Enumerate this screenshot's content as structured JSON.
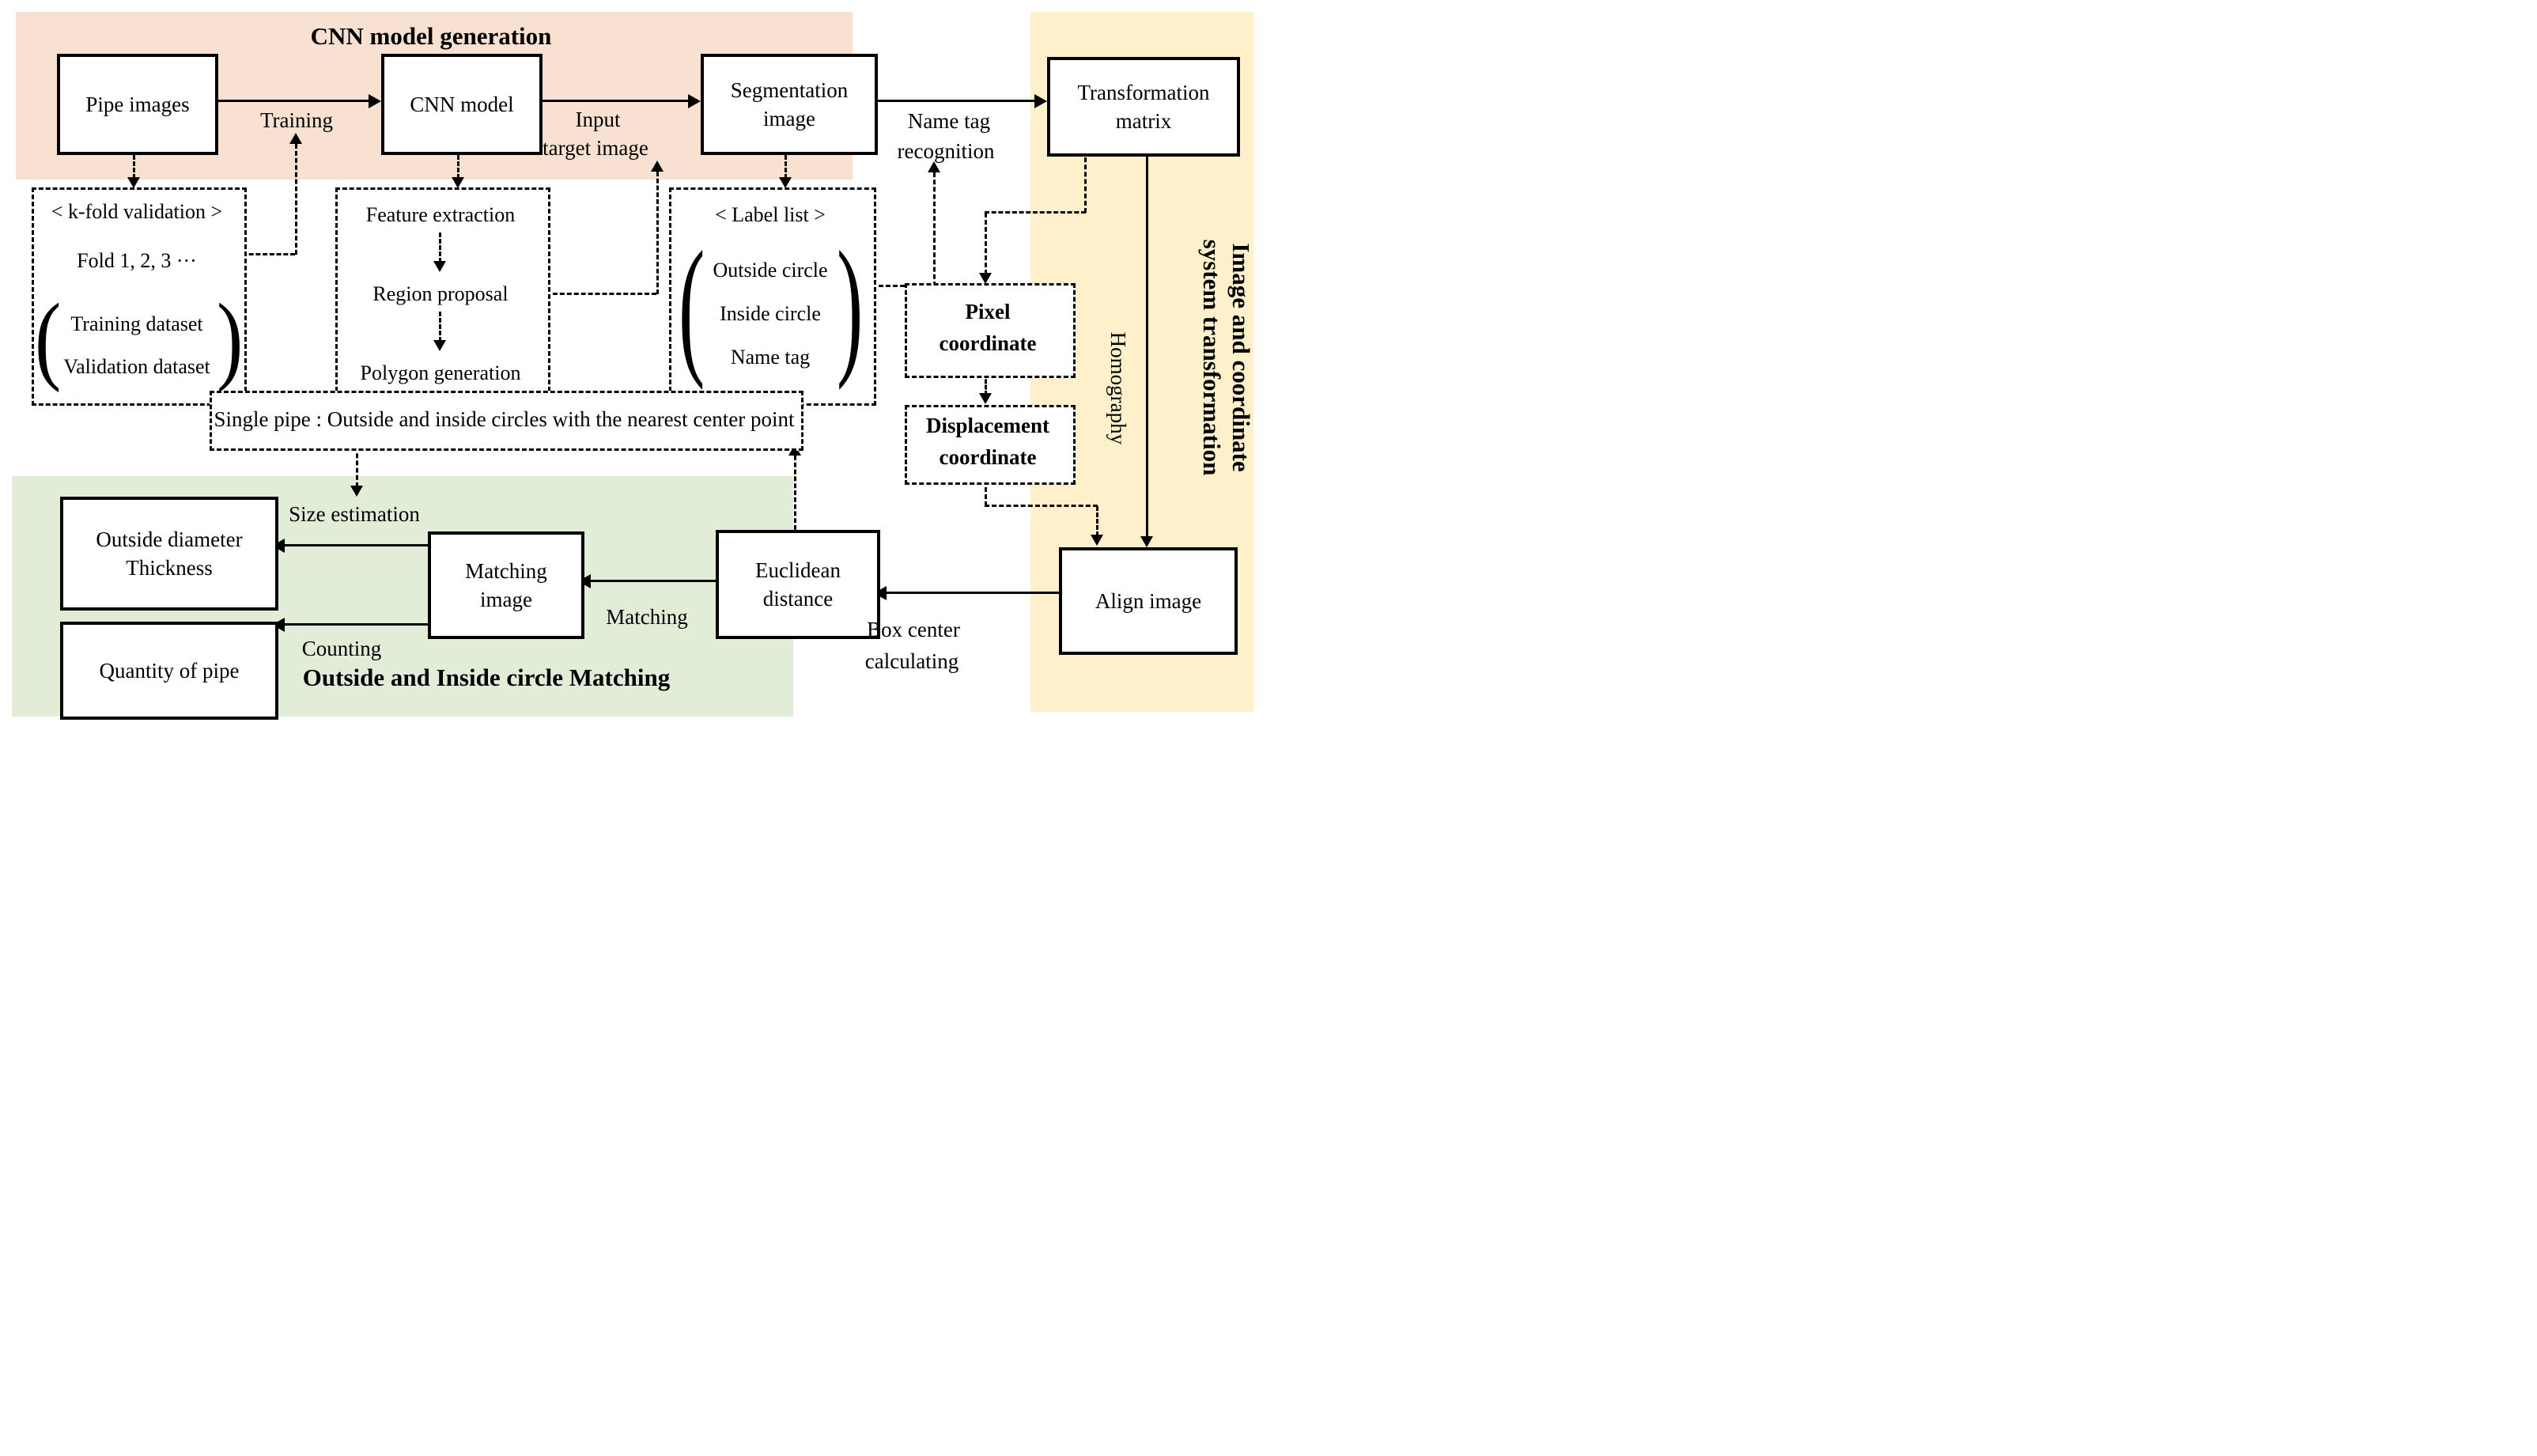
{
  "colors": {
    "cnn_region": "#f8e1d1",
    "transform_region": "#fdf0ca",
    "matching_region": "#e2edd8",
    "line": "#000000"
  },
  "regions": {
    "cnn_model_generation": {
      "title": "CNN model generation"
    },
    "image_coordinate_transformation": {
      "title_line1": "Image and coordinate",
      "title_line2": "system transformation"
    },
    "circle_matching": {
      "title": "Outside and Inside circle Matching"
    }
  },
  "nodes": {
    "pipe_images": {
      "label": "Pipe images"
    },
    "cnn_model": {
      "label": "CNN model"
    },
    "segmentation_image": {
      "line1": "Segmentation",
      "line2": "image"
    },
    "transformation_matrix": {
      "line1": "Transformation",
      "line2": "matrix"
    },
    "pixel_coordinate": {
      "line1": "Pixel",
      "line2": "coordinate"
    },
    "displacement_coordinate": {
      "line1": "Displacement",
      "line2": "coordinate"
    },
    "align_image": {
      "label": "Align image"
    },
    "euclidean_distance": {
      "line1": "Euclidean",
      "line2": "distance"
    },
    "matching_image": {
      "line1": "Matching",
      "line2": "image"
    },
    "outside_diameter_thickness": {
      "line1": "Outside diameter",
      "line2": "Thickness"
    },
    "quantity_of_pipe": {
      "label": "Quantity of pipe"
    },
    "single_pipe_rule": {
      "label": "Single pipe : Outside and inside circles with the nearest center point"
    }
  },
  "notes": {
    "k_fold": {
      "title": "< k-fold validation >",
      "subtitle": "Fold 1, 2, 3 ···",
      "items": [
        "Training dataset",
        "Validation dataset"
      ]
    },
    "cnn_steps": {
      "step1": "Feature extraction",
      "step2": "Region proposal",
      "step3": "Polygon generation"
    },
    "label_list": {
      "title": "< Label list >",
      "items": [
        "Outside circle",
        "Inside circle",
        "Name tag"
      ]
    }
  },
  "edge_labels": {
    "training": "Training",
    "input_target": {
      "line1": "Input",
      "line2": "target image"
    },
    "name_tag_recognition": {
      "line1": "Name tag",
      "line2": "recognition"
    },
    "homography": "Homography",
    "size_estimation": "Size estimation",
    "matching": "Matching",
    "counting": "Counting",
    "box_center_calculating": {
      "line1": "Box center",
      "line2": "calculating"
    }
  },
  "glyphs": {
    "paren_open": "(",
    "paren_close": ")"
  }
}
